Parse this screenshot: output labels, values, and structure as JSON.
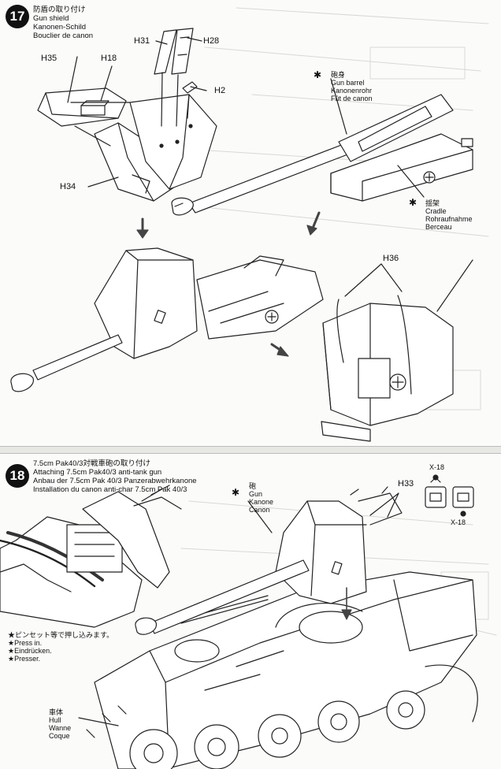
{
  "step17": {
    "number": "17",
    "title": {
      "jp": "防盾の取り付け",
      "en": "Gun shield",
      "de": "Kanonen-Schild",
      "fr": "Bouclier de canon"
    },
    "parts": [
      "H31",
      "H28",
      "H35",
      "H18",
      "H2",
      "H34",
      "H36"
    ],
    "gun_barrel": {
      "jp": "砲身",
      "en": "Gun barrel",
      "de": "Kanonenrohr",
      "fr": "Fût de canon"
    },
    "cradle": {
      "jp": "揺架",
      "en": "Cradle",
      "de": "Rohraufnahme",
      "fr": "Berceau"
    }
  },
  "step18": {
    "number": "18",
    "title": {
      "jp": "7.5cm Pak40/3対戦車砲の取り付け",
      "en": "Attaching 7.5cm Pak40/3 anti-tank gun",
      "de": "Anbau der 7.5cm Pak 40/3 Panzerabwehrkanone",
      "fr": "Installation du canon anti-char 7.5cm Pak 40/3"
    },
    "parts": [
      "H33"
    ],
    "gun": {
      "jp": "砲",
      "en": "Gun",
      "de": "Kanone",
      "fr": "Canon"
    },
    "hull": {
      "jp": "車体",
      "en": "Hull",
      "de": "Wanne",
      "fr": "Coque"
    },
    "press": {
      "jp": "★ピンセット等で押し込みます。",
      "en": "★Press in.",
      "de": "★Eindrücken.",
      "fr": "★Presser."
    },
    "refs": [
      "X-18",
      "X-18"
    ]
  },
  "colors": {
    "ink": "#111111",
    "paper": "#fbfbfa",
    "separator": "#e7e7e4"
  }
}
